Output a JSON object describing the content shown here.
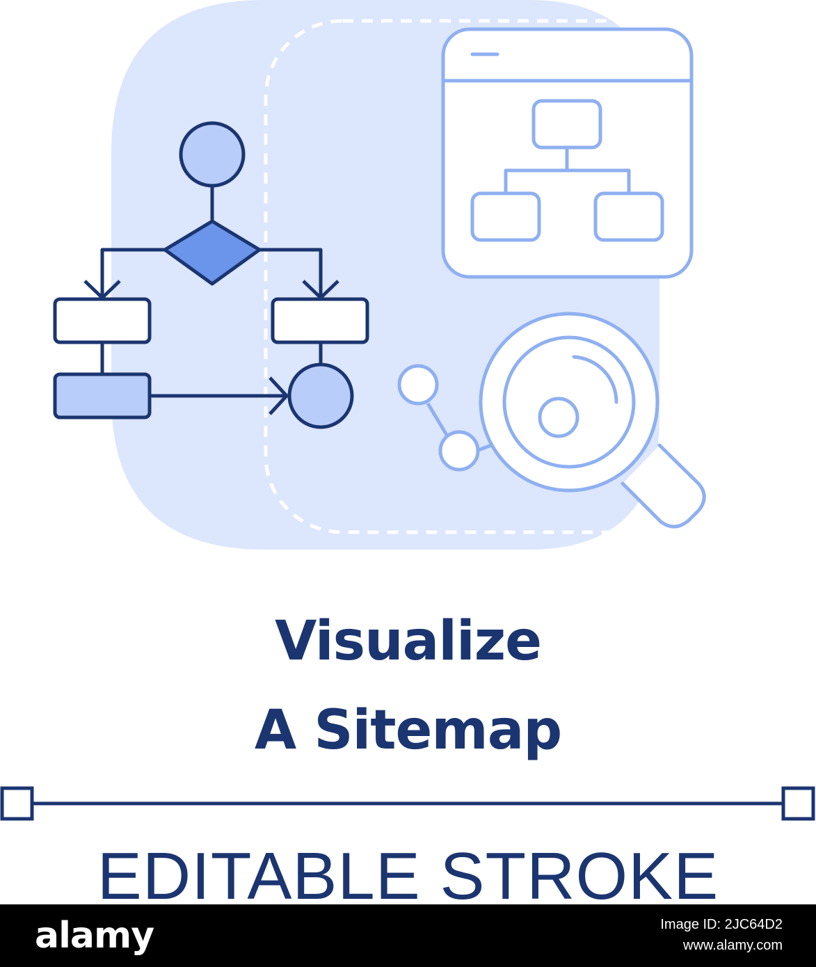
{
  "title": {
    "line1": "Visualize",
    "line2": "A Sitemap"
  },
  "subtitle": "EDITABLE STROKE",
  "watermark": "alamy",
  "footer": {
    "logo": "alamy",
    "image_id": "Image ID: 2JC64D2",
    "url": "www.alamy.com"
  },
  "icons": {
    "flowchart": "flowchart-icon",
    "browser": "browser-sitemap-icon",
    "magnifier": "magnifying-glass-icon",
    "nodes": "connected-nodes-icon"
  },
  "colors": {
    "background_shape": "#dce6fd",
    "dark_stroke": "#1b3570",
    "light_stroke": "#8fb0f0",
    "fill_light": "#b9cdfa",
    "fill_mid": "#6b95ea",
    "dashed": "#ffffff",
    "footer": "#000000"
  }
}
